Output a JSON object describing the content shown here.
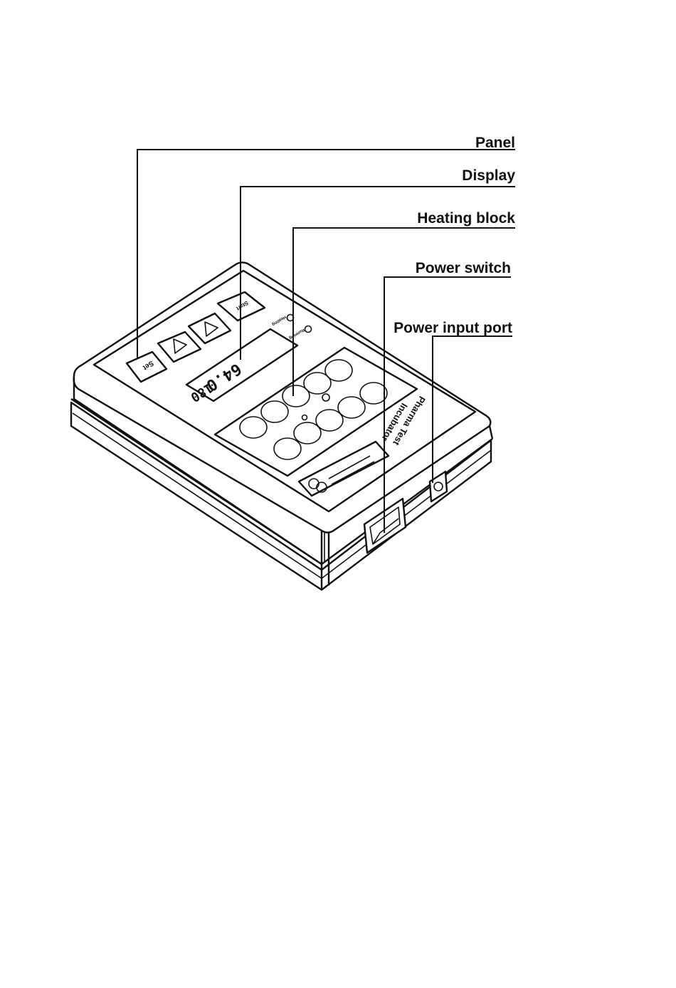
{
  "callouts": {
    "panel": "Panel",
    "display": "Display",
    "heating_block": "Heating block",
    "power_switch": "Power switch",
    "power_input_port": "Power input port"
  },
  "device": {
    "display_temperature": "64.0",
    "display_time": "180",
    "button_set": "Set",
    "button_start": "Start",
    "indicator_a": "Heating",
    "indicator_b": "Running",
    "brand_line_1": "Pharma Test",
    "brand_line_2": "Incubator"
  },
  "colors": {
    "line": "#111111",
    "background": "#ffffff"
  },
  "icons": {
    "down_button": "triangle-down-icon",
    "up_button": "triangle-up-icon"
  }
}
